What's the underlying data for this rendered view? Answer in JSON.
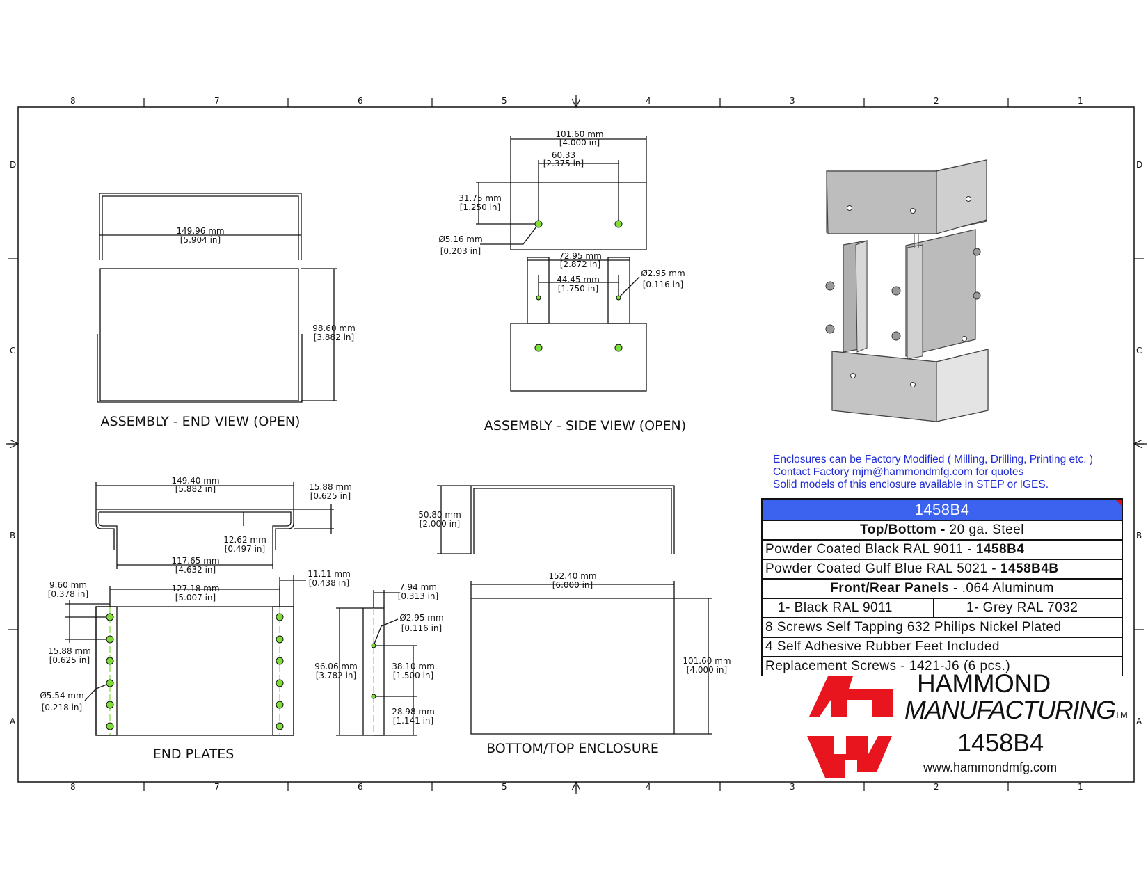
{
  "zones": {
    "columns": [
      "8",
      "7",
      "6",
      "5",
      "4",
      "3",
      "2",
      "1"
    ],
    "rows": [
      "D",
      "C",
      "B",
      "A"
    ]
  },
  "views": {
    "end_view": {
      "title": "ASSEMBLY - END VIEW (OPEN)",
      "width_mm": "149.96 mm",
      "width_in": "[5.904 in]",
      "height_mm": "98.60 mm",
      "height_in": "[3.882 in]"
    },
    "side_view": {
      "title": "ASSEMBLY - SIDE VIEW (OPEN)",
      "top_width_mm": "101.60 mm",
      "top_width_in": "[4.000 in]",
      "hole_spacing_mm": "60.33",
      "hole_spacing_in": "[2.375 in]",
      "hole_offset_mm": "31.75 mm",
      "hole_offset_in": "[1.250 in]",
      "hole_dia_mm": "Ø5.16 mm",
      "hole_dia_in": "[0.203 in]",
      "panel_width_mm": "72.95 mm",
      "panel_width_in": "[2.872 in]",
      "panel_spacing_mm": "44.45 mm",
      "panel_spacing_in": "[1.750 in]",
      "small_hole_mm": "Ø2.95 mm",
      "small_hole_in": "[0.116 in]"
    },
    "end_plates": {
      "title": "END PLATES",
      "overall_mm": "149.40 mm",
      "overall_in": "[5.882 in]",
      "flange_mm": "15.88 mm",
      "flange_in": "[0.625 in]",
      "lip_mm": "12.62 mm",
      "lip_in": "[0.497 in]",
      "inner_mm": "117.65 mm",
      "inner_in": "[4.632 in]",
      "edge_mm": "9.60 mm",
      "edge_in": "[0.378 in]",
      "hole_span_mm": "127.18 mm",
      "hole_span_in": "[5.007 in]",
      "rail_mm": "11.11 mm",
      "rail_in": "[0.438 in]",
      "pitch_mm": "15.88 mm",
      "pitch_in": "[0.625 in]",
      "hole_dia_mm": "Ø5.54 mm",
      "hole_dia_in": "[0.218 in]",
      "side_width_mm": "7.94 mm",
      "side_width_in": "[0.313 in]",
      "side_hole_mm": "Ø2.95 mm",
      "side_hole_in": "[0.116 in]",
      "side_height_mm": "96.06 mm",
      "side_height_in": "[3.782 in]",
      "side_spacing_mm": "38.10 mm",
      "side_spacing_in": "[1.500 in]",
      "side_bottom_mm": "28.98 mm",
      "side_bottom_in": "[1.141 in]"
    },
    "enclosure": {
      "title": "BOTTOM/TOP ENCLOSURE",
      "height_mm": "50.80 mm",
      "height_in": "[2.000 in]",
      "length_mm": "152.40 mm",
      "length_in": "[6.000 in]",
      "depth_mm": "101.60 mm",
      "depth_in": "[4.000 in]"
    }
  },
  "notes": [
    "Enclosures can be Factory Modified ( Milling, Drilling, Printing etc. )",
    "Contact Factory mjm@hammondmfg.com for quotes",
    "Solid models of this enclosure available in STEP or IGES."
  ],
  "spec_table": {
    "header": "1458B4",
    "top_bottom_label": "Top/Bottom -",
    "top_bottom_value": " 20 ga. Steel",
    "black_text": "Powder Coated Black RAL 9011 - ",
    "black_part": "1458B4",
    "blue_text": "Powder Coated Gulf Blue RAL 5021 - ",
    "blue_part": "1458B4B",
    "panels_label": "Front/Rear Panels",
    "panels_value": " - .064 Aluminum",
    "panel_black": "1- Black RAL 9011",
    "panel_grey": "1- Grey RAL 7032",
    "screws": "8 Screws Self Tapping 632 Philips Nickel Plated",
    "feet": "4 Self Adhesive Rubber Feet Included",
    "replacement": "Replacement Screws - 1421-J6 (6 pcs.)"
  },
  "brand": {
    "line1": "HAMMOND",
    "line2": "MANUFACTURING",
    "tm": "TM",
    "part_number": "1458B4",
    "website": "www.hammondmfg.com",
    "logo_color": "#e8141e"
  },
  "colors": {
    "header_blue": "#3b63f0",
    "note_blue": "#1f2bd6",
    "hole_green": "#7fdc3a"
  }
}
